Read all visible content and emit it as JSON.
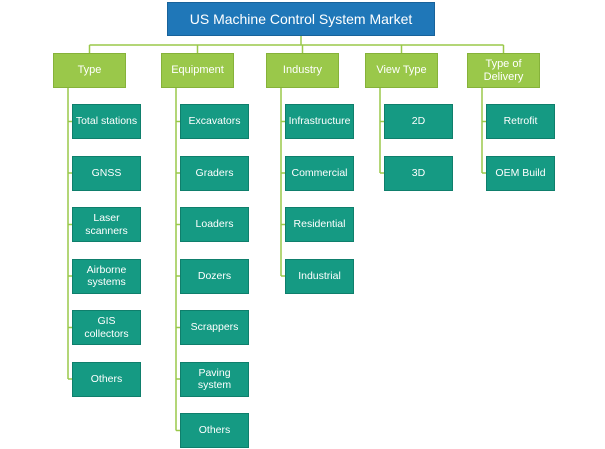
{
  "diagram": {
    "root": "US Machine Control System Market",
    "colors": {
      "root": "#1f77b8",
      "category": "#9ac84a",
      "leaf": "#159a83",
      "connector": "#9ac84a"
    },
    "categories": [
      {
        "label": "Type",
        "items": [
          "Total stations",
          "GNSS",
          "Laser scanners",
          "Airborne systems",
          "GIS collectors",
          "Others"
        ]
      },
      {
        "label": "Equipment",
        "items": [
          "Excavators",
          "Graders",
          "Loaders",
          "Dozers",
          "Scrappers",
          "Paving system",
          "Others"
        ]
      },
      {
        "label": "Industry",
        "items": [
          "Infrastructure",
          "Commercial",
          "Residential",
          "Industrial"
        ]
      },
      {
        "label": "View Type",
        "items": [
          "2D",
          "3D"
        ]
      },
      {
        "label": "Type of Delivery",
        "items": [
          "Retrofit",
          "OEM Build"
        ]
      }
    ]
  }
}
